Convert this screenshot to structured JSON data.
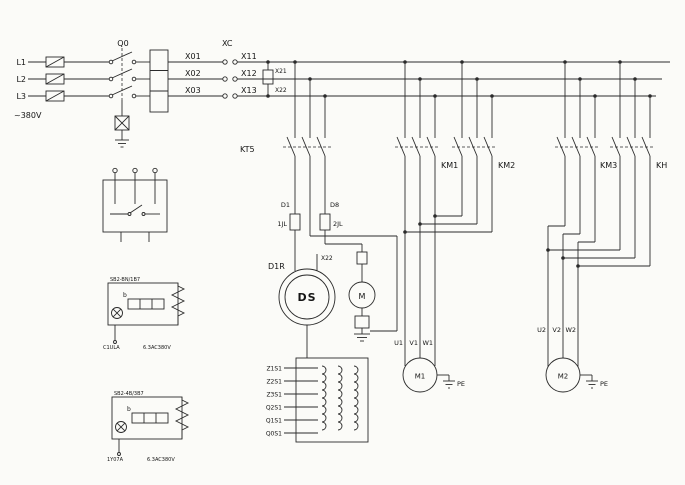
{
  "power": {
    "phases": [
      "L1",
      "L2",
      "L3"
    ],
    "voltage": "~380V",
    "breaker": "Q0",
    "left_terminals": [
      "X01",
      "X02",
      "X03"
    ],
    "connector": "XC",
    "right_terminals": [
      "X11",
      "X12",
      "X13"
    ],
    "branch_fuse": {
      "top": "X21",
      "bottom": "X22"
    }
  },
  "demag": {
    "timer": "KT5",
    "wire_left": "D1",
    "wire_right": "D8",
    "fuse_left": "1JL",
    "fuse_right": "2JL",
    "rectifier": "D1R",
    "wire_top": "X22",
    "unit": "DS",
    "magnet": "M",
    "taps": [
      "Z1S1",
      "Z2S1",
      "Z3S1",
      "Q2S1",
      "Q1S1",
      "Q0S1"
    ]
  },
  "contactors": {
    "km1": "KM1",
    "km2": "KM2",
    "km3": "KM3",
    "kh": "KH"
  },
  "motors": {
    "m1": {
      "name": "M1",
      "terminals": [
        "U1",
        "V1",
        "W1"
      ],
      "pe": "PE"
    },
    "m2": {
      "name": "M2",
      "terminals": [
        "U2",
        "V2",
        "W2"
      ],
      "pe": "PE"
    }
  },
  "panels": [
    {
      "title": "SB2-BN/1B7",
      "knob": "b",
      "bottom_left": "C1ULA",
      "bottom_right": "6.3AC380V"
    },
    {
      "title": "SB2-4B/3B7",
      "knob": "b",
      "bottom_left": "1Y07A",
      "bottom_right": "6.3AC380V"
    }
  ]
}
